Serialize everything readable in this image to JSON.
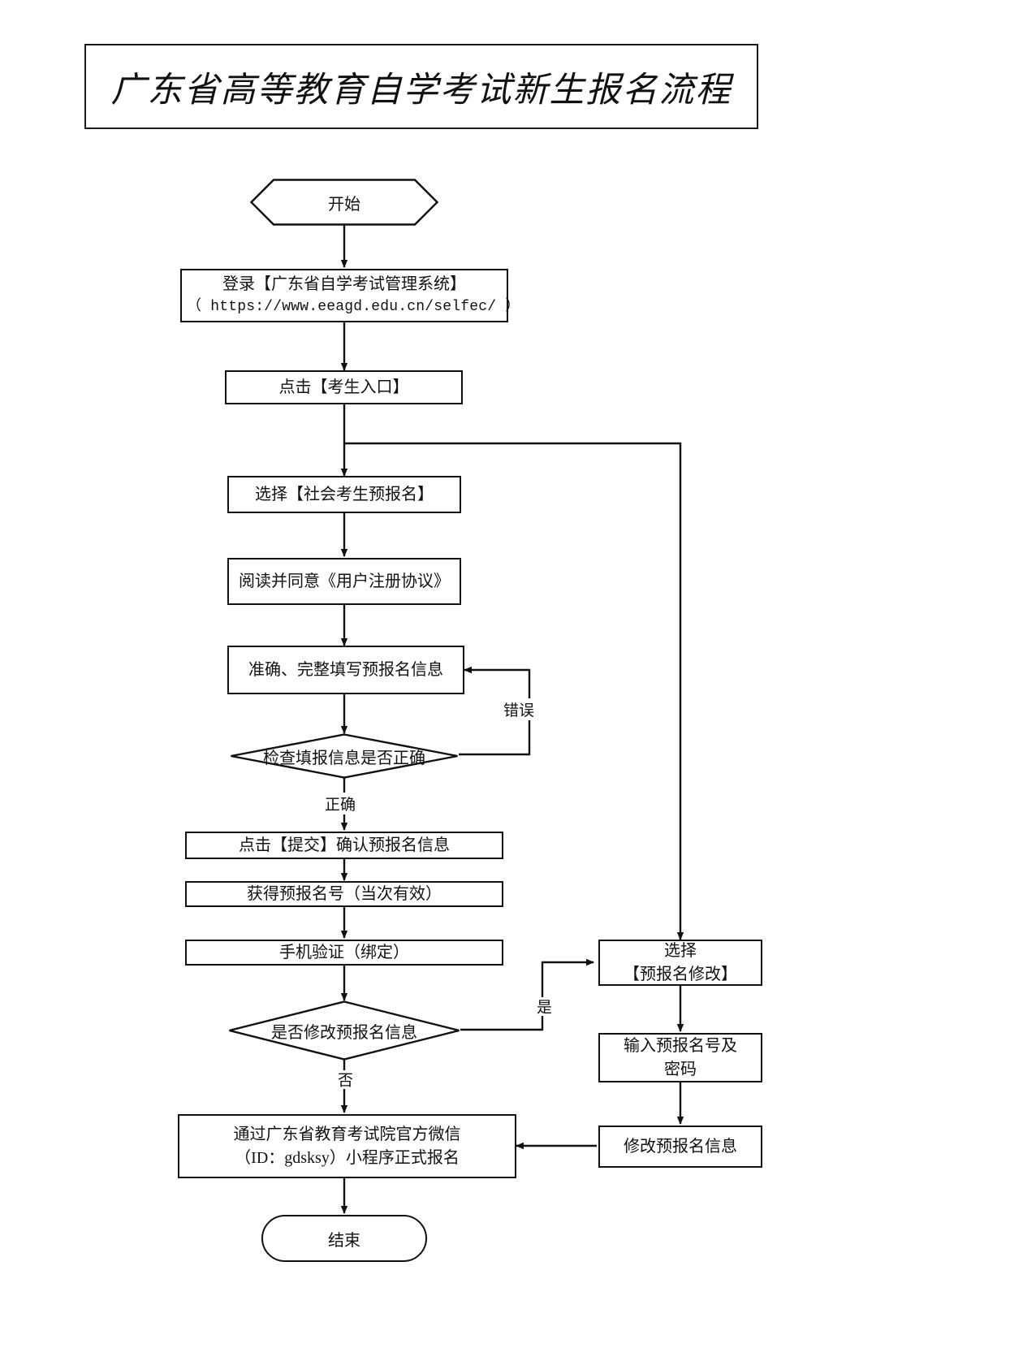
{
  "title": "广东省高等教育自学考试新生报名流程",
  "flow": {
    "start": "开始",
    "login_line1": "登录【广东省自学考试管理系统】",
    "login_line2": "（ https://www.eeagd.edu.cn/selfec/ ）",
    "candidate_entry": "点击【考生入口】",
    "social_pre_register": "选择【社会考生预报名】",
    "agreement": "阅读并同意《用户注册协议》",
    "fill_info": "准确、完整填写预报名信息",
    "check_decision": "检查填报信息是否正确",
    "submit_confirm": "点击【提交】确认预报名信息",
    "get_number": "获得预报名号（当次有效）",
    "phone_verify": "手机验证（绑定）",
    "modify_decision": "是否修改预报名信息",
    "official_wechat_line1": "通过广东省教育考试院官方微信",
    "official_wechat_line2": "（ID：gdsksy）小程序正式报名",
    "end": "结束",
    "select_modify_line1": "选择",
    "select_modify_line2": "【预报名修改】",
    "input_credentials_line1": "输入预报名号及",
    "input_credentials_line2": "密码",
    "modify_info": "修改预报名信息"
  },
  "edge_labels": {
    "error": "错误",
    "correct": "正确",
    "yes": "是",
    "no": "否"
  },
  "colors": {
    "line": "#111111",
    "background": "#ffffff",
    "text": "#111111"
  }
}
